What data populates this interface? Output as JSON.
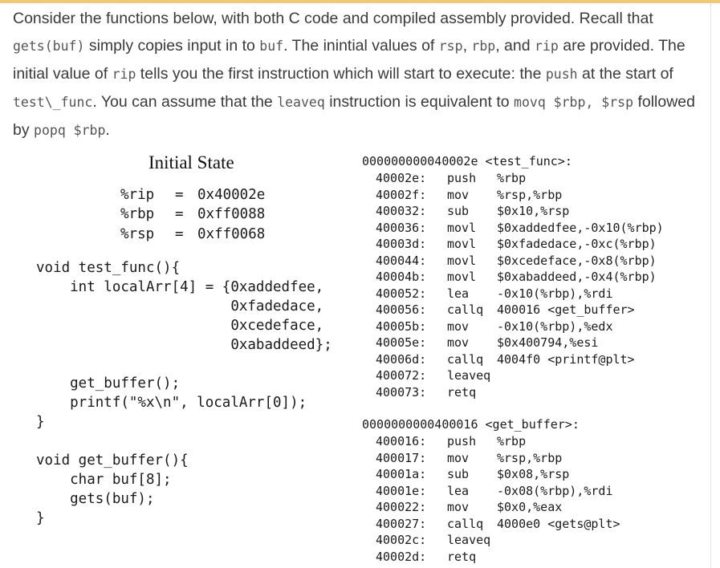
{
  "paragraph": [
    {
      "t": "Consider the functions below, with both C code and compiled assembly provided. Recall that "
    },
    {
      "c": "gets(buf)"
    },
    {
      "t": " simply copies input in to "
    },
    {
      "c": "buf"
    },
    {
      "t": ". The inintial values of "
    },
    {
      "c": "rsp"
    },
    {
      "t": ", "
    },
    {
      "c": "rbp"
    },
    {
      "t": ", and "
    },
    {
      "c": "rip"
    },
    {
      "t": " are provided. The initial value of "
    },
    {
      "c": "rip"
    },
    {
      "t": " tells you the first instruction which will start to execute: the "
    },
    {
      "c": "push"
    },
    {
      "t": " at the start of "
    },
    {
      "c": "test\\_func"
    },
    {
      "t": ". You can assume that the "
    },
    {
      "c": "leaveq"
    },
    {
      "t": " instruction is equivalent to "
    },
    {
      "c": "movq $rbp, $rsp"
    },
    {
      "t": " followed by "
    },
    {
      "c": "popq $rbp"
    },
    {
      "t": "."
    }
  ],
  "initial_state": {
    "title": "Initial State",
    "registers": [
      {
        "reg": "%rip",
        "eq": "=",
        "val": "0x40002e"
      },
      {
        "reg": "%rbp",
        "eq": "=",
        "val": "0xff0088"
      },
      {
        "reg": "%rsp",
        "eq": "=",
        "val": "0xff0068"
      }
    ]
  },
  "c_code": {
    "test_func": [
      "void test_func(){",
      "    int localArr[4] = {0xaddedfee,",
      "                       0xfadedace,",
      "                       0xcedeface,",
      "                       0xabaddeed};",
      "",
      "    get_buffer();",
      "    printf(\"%x\\n\", localArr[0]);",
      "}"
    ],
    "get_buffer": [
      "void get_buffer(){",
      "    char buf[8];",
      "    gets(buf);",
      "}"
    ]
  },
  "assembly": {
    "test_func": {
      "header": "000000000040002e <test_func>:",
      "lines": [
        {
          "addr": "40002e:",
          "op": "push",
          "args": "%rbp"
        },
        {
          "addr": "40002f:",
          "op": "mov",
          "args": "%rsp,%rbp"
        },
        {
          "addr": "400032:",
          "op": "sub",
          "args": "$0x10,%rsp"
        },
        {
          "addr": "400036:",
          "op": "movl",
          "args": "$0xaddedfee,-0x10(%rbp)"
        },
        {
          "addr": "40003d:",
          "op": "movl",
          "args": "$0xfadedace,-0xc(%rbp)"
        },
        {
          "addr": "400044:",
          "op": "movl",
          "args": "$0xcedeface,-0x8(%rbp)"
        },
        {
          "addr": "40004b:",
          "op": "movl",
          "args": "$0xabaddeed,-0x4(%rbp)"
        },
        {
          "addr": "400052:",
          "op": "lea",
          "args": "-0x10(%rbp),%rdi"
        },
        {
          "addr": "400056:",
          "op": "callq",
          "args": "400016 <get_buffer>"
        },
        {
          "addr": "40005b:",
          "op": "mov",
          "args": "-0x10(%rbp),%edx"
        },
        {
          "addr": "40005e:",
          "op": "mov",
          "args": "$0x400794,%esi"
        },
        {
          "addr": "40006d:",
          "op": "callq",
          "args": "4004f0 <printf@plt>"
        },
        {
          "addr": "400072:",
          "op": "leaveq",
          "args": ""
        },
        {
          "addr": "400073:",
          "op": "retq",
          "args": ""
        }
      ]
    },
    "get_buffer": {
      "header": "0000000000400016 <get_buffer>:",
      "lines": [
        {
          "addr": "400016:",
          "op": "push",
          "args": "%rbp"
        },
        {
          "addr": "400017:",
          "op": "mov",
          "args": "%rsp,%rbp"
        },
        {
          "addr": "40001a:",
          "op": "sub",
          "args": "$0x08,%rsp"
        },
        {
          "addr": "40001e:",
          "op": "lea",
          "args": "-0x08(%rbp),%rdi"
        },
        {
          "addr": "400022:",
          "op": "mov",
          "args": "$0x0,%eax"
        },
        {
          "addr": "400027:",
          "op": "callq",
          "args": "4000e0 <gets@plt>"
        },
        {
          "addr": "40002c:",
          "op": "leaveq",
          "args": ""
        },
        {
          "addr": "40002d:",
          "op": "retq",
          "args": ""
        }
      ]
    }
  }
}
